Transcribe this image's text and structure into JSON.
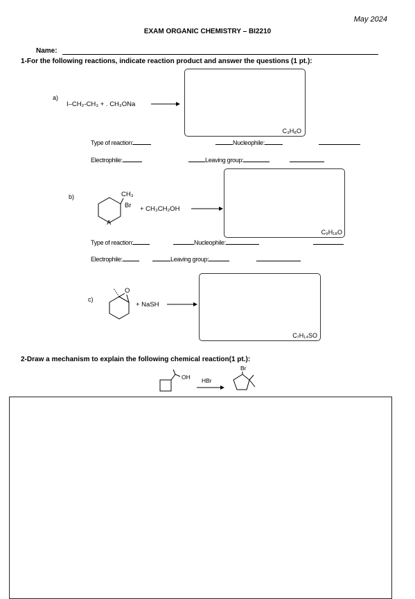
{
  "header": {
    "date": "May 2024",
    "title": "EXAM ORGANIC CHEMISTRY – BI2210",
    "name_label": "Name:"
  },
  "question1": {
    "prompt": "1-For the following reactions, indicate reaction product and answer the questions (1 pt.):",
    "reactions": [
      {
        "letter": "a)",
        "reagents": "I–CH₂-CH₃ + . CH₃ONa",
        "product_formula": "C₃H₈O",
        "fields": [
          "Type of reaction:",
          "Nucleophile:",
          "Electrophile:",
          "Leaving group:"
        ]
      },
      {
        "letter": "b)",
        "substituent_top": "CH₃",
        "substituent_right": "Br",
        "substituent_bottom": "A",
        "reagents": "+ CH₃CH₂OH",
        "product_formula": "C₉H₁₈O",
        "fields": [
          "Type of reaction:",
          "Nucleophile:",
          "Electrophile:",
          "Leaving group:"
        ]
      },
      {
        "letter": "c)",
        "ring_atom": "O",
        "reagents": "+ NaSH",
        "product_formula": "C₇H₁₄SO"
      }
    ]
  },
  "question2": {
    "prompt": "2-Draw a mechanism to explain the following chemical reaction(1 pt.):",
    "reactant_group": "OH",
    "reagent": "HBr",
    "product_group": "Br"
  }
}
